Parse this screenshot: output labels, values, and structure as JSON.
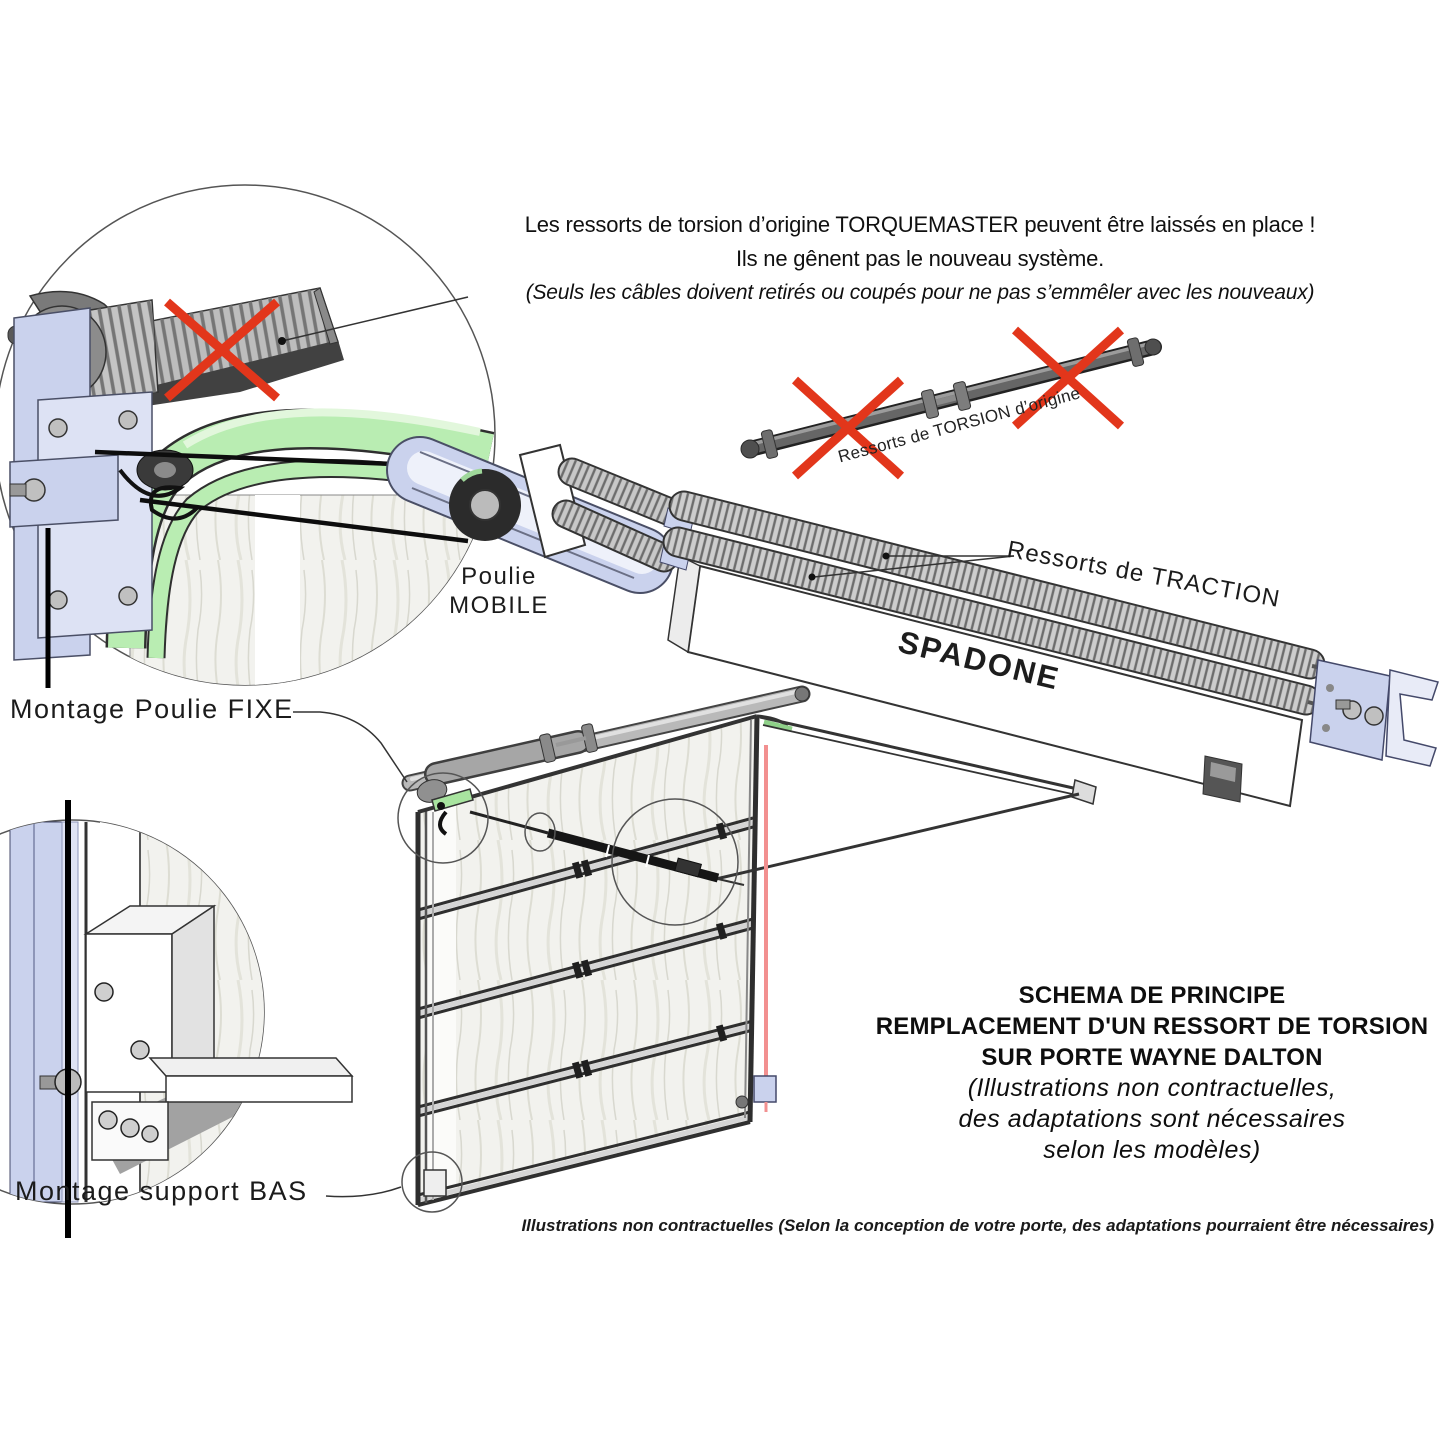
{
  "intro": {
    "line1": "Les ressorts de torsion d’origine TORQUEMASTER peuvent être laissés en place !",
    "line2": "Ils ne gênent pas le nouveau système.",
    "line3": "(Seuls les câbles doivent retirés ou coupés pour ne pas s’emmêler avec les nouveaux)"
  },
  "labels": {
    "poulie_mobile_line1": "Poulie",
    "poulie_mobile_line2": "MOBILE",
    "montage_poulie_fixe": "Montage Poulie FIXE",
    "montage_support_bas": "Montage support BAS",
    "ressorts_torsion": "Ressorts de TORSION d’origine",
    "ressorts_traction": "Ressorts de TRACTION",
    "spadone_brand": "SPADONE"
  },
  "schema_note": {
    "title1": "SCHEMA DE PRINCIPE",
    "title2": "REMPLACEMENT D'UN RESSORT DE TORSION",
    "title3": "SUR PORTE WAYNE DALTON",
    "sub1": "(Illustrations non contractuelles,",
    "sub2": "des adaptations sont nécessaires",
    "sub3": "selon les modèles)"
  },
  "footer": {
    "caption": "Illustrations non contractuelles (Selon la conception de votre porte, des adaptations pourraient être nécessaires)"
  },
  "colors": {
    "cross_red": "#e2361b",
    "cable_red": "#f29090",
    "bracket_blue": "#cad2ed",
    "track_green": "#b9edb2",
    "metal_gray": "#bfbfbf",
    "outline": "#333333"
  }
}
